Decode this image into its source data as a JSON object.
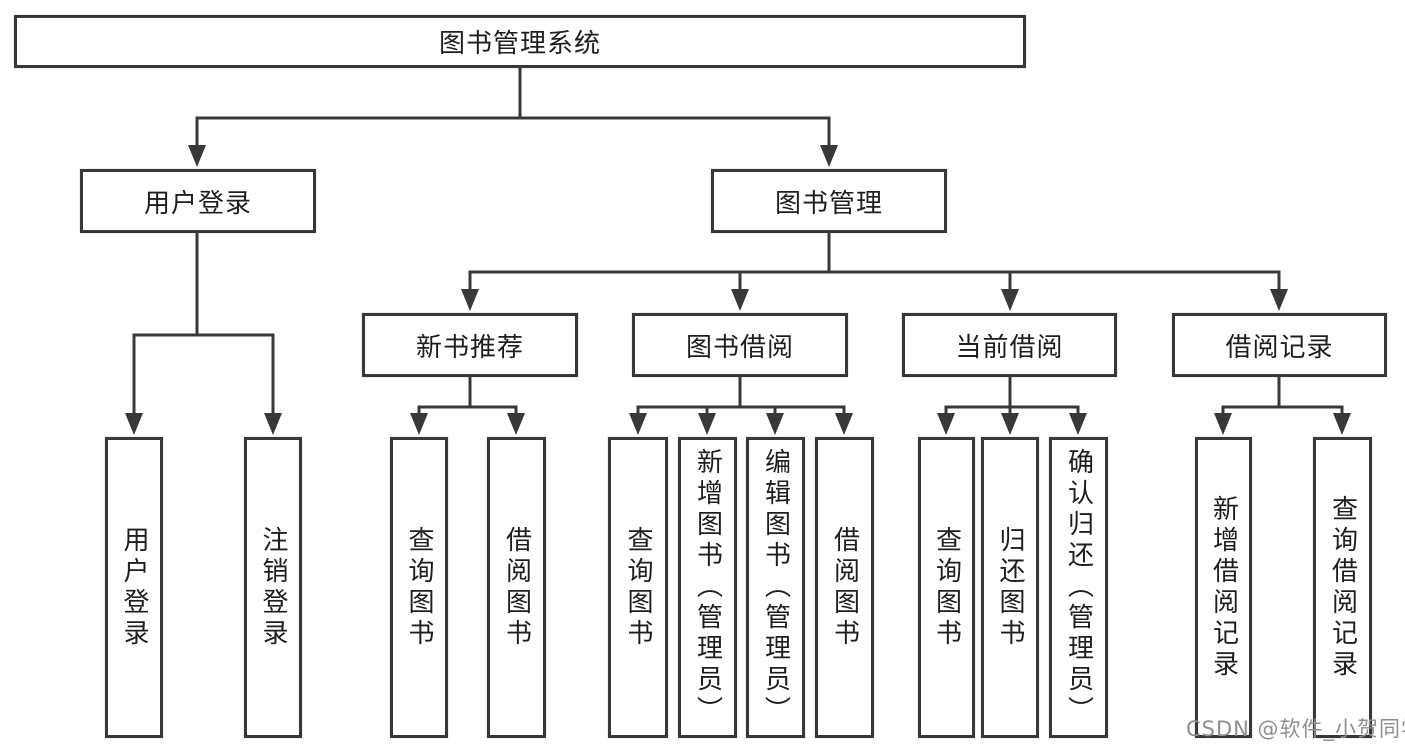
{
  "diagram": {
    "root": {
      "label": "图书管理系统"
    },
    "branches": {
      "user_login": {
        "label": "用户登录",
        "children": [
          {
            "label": "用户登录"
          },
          {
            "label": "注销登录"
          }
        ]
      },
      "book_mgmt": {
        "label": "图书管理",
        "sub": [
          {
            "label": "新书推荐",
            "children": [
              {
                "label": "查询图书"
              },
              {
                "label": "借阅图书"
              }
            ]
          },
          {
            "label": "图书借阅",
            "children": [
              {
                "label": "查询图书"
              },
              {
                "label": "新增图书（管理员）"
              },
              {
                "label": "编辑图书（管理员）"
              },
              {
                "label": "借阅图书"
              }
            ]
          },
          {
            "label": "当前借阅",
            "children": [
              {
                "label": "查询图书"
              },
              {
                "label": "归还图书"
              },
              {
                "label": "确认归还（管理员）"
              }
            ]
          },
          {
            "label": "借阅记录",
            "children": [
              {
                "label": "新增借阅记录"
              },
              {
                "label": "查询借阅记录"
              }
            ]
          }
        ]
      }
    },
    "watermark": "CSDN @软件_小贺同学"
  },
  "colors": {
    "line": "#383838",
    "box_border": "#383838",
    "text": "#1e1e1e",
    "watermark": "#8f8f8f",
    "background": "#ffffff"
  }
}
